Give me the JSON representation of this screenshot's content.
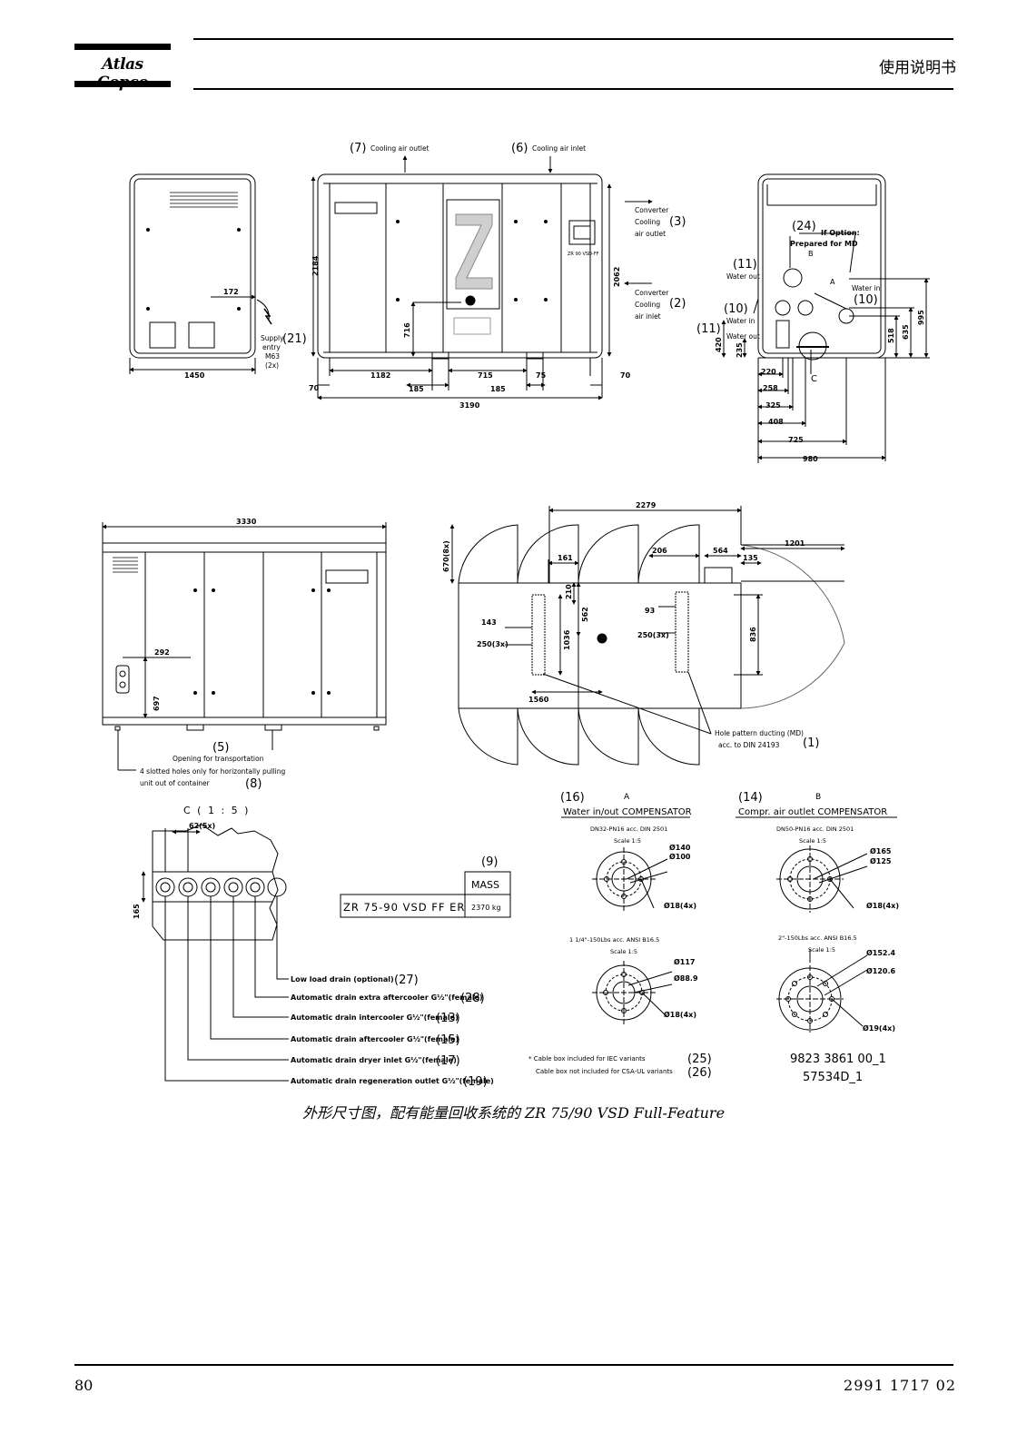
{
  "header": {
    "brand": "Atlas Copco",
    "title": "使用说明书"
  },
  "footer": {
    "page_number": "80",
    "doc_number": "2991 1717 02"
  },
  "caption": "外形尺寸图，配有能量回收系统的 ZR 75/90 VSD Full-Feature",
  "drawing": {
    "top_labels": {
      "l7": "(7)",
      "cooling_outlet": "Cooling air outlet",
      "l6": "(6)",
      "cooling_inlet": "Cooling air inlet",
      "conv_out_1": "Converter",
      "conv_out_2": "Cooling",
      "conv_out_3": "air outlet",
      "l3": "(3)",
      "conv_in_1": "Converter",
      "conv_in_2": "Cooling",
      "conv_in_3": "air inlet",
      "l2": "(2)",
      "supply_1": "Supply",
      "supply_2": "entry",
      "supply_3": "M63",
      "supply_4": "(2x)",
      "l21": "(21)",
      "l24": "(24)",
      "if_option": "If Option:",
      "prepared_md": "Prepared for MD",
      "l11a": "(11)",
      "water_out_a": "Water out",
      "l10a": "(10)",
      "water_in_a": "Water in",
      "l11b": "(11)",
      "water_out_b": "Water out",
      "water_in_r": "Water in",
      "l10b": "(10)",
      "mark_a": "A",
      "mark_b": "B",
      "mark_c": "C",
      "nameplate": "ZR 90 VSD-FF"
    },
    "dims_top": {
      "d172": "172",
      "d1450": "1450",
      "d2184": "2184",
      "d2062": "2062",
      "d716": "716",
      "d70a": "70",
      "d1182": "1182",
      "d715": "715",
      "d75": "75",
      "d70b": "70",
      "d185a": "185",
      "d185b": "185",
      "d3190": "3190",
      "d420": "420",
      "d235": "235",
      "d220": "220",
      "d258": "258",
      "d325": "325",
      "d408": "408",
      "d725": "725",
      "d980": "980",
      "d518": "518",
      "d635": "635",
      "d995": "995"
    },
    "mid": {
      "d3330": "3330",
      "d292": "292",
      "d697": "697",
      "l5": "(5)",
      "opening": "Opening for transportation",
      "slotted_1": "4 slotted holes only for horizontally pulling",
      "slotted_2": "unit out of container",
      "l8": "(8)",
      "d2279": "2279",
      "d670": "670(8x)",
      "d1201": "1201",
      "d161": "161",
      "d206": "206",
      "d564": "564",
      "d135": "135",
      "d210": "210",
      "d562": "562",
      "d93": "93",
      "d143": "143",
      "d250a": "250(3x)",
      "d250b": "250(3x)",
      "d1036": "1036",
      "d1560": "1560",
      "d836": "836",
      "hole_1": "Hole pattern ducting (MD)",
      "hole_2": "acc. to DIN 24193",
      "l1": "(1)"
    },
    "detail_c": {
      "title": "C ( 1 : 5 )",
      "d62": "62(5x)",
      "d165": "165",
      "drains": [
        {
          "text": "Low load drain (optional)",
          "ref": "(27)"
        },
        {
          "text": "Automatic drain extra aftercooler G½\"(female)",
          "ref": "(28)"
        },
        {
          "text": "Automatic drain intercooler G½\"(female)",
          "ref": "(13)"
        },
        {
          "text": "Automatic drain aftercooler G½\"(female)",
          "ref": "(15)"
        },
        {
          "text": "Automatic drain dryer inlet G½\"(female)",
          "ref": "(17)"
        },
        {
          "text": "Automatic drain regeneration outlet G½\"(female)",
          "ref": "(19)"
        }
      ]
    },
    "mass": {
      "ref": "(9)",
      "header": "MASS",
      "model": "ZR 75-90 VSD FF ER",
      "value": "2370 kg"
    },
    "comp_a": {
      "ref": "(16)",
      "letter": "A",
      "title": "Water in/out COMPENSATOR",
      "std1": "DN32-PN16 acc. DIN 2501",
      "scale1": "Scale 1:5",
      "d140": "Ø140",
      "d100": "Ø100",
      "d18a": "Ø18(4x)",
      "std2": "1 1/4\"-150Lbs acc. ANSI B16.5",
      "scale2": "Scale 1:5",
      "d117": "Ø117",
      "d889": "Ø88.9",
      "d18b": "Ø18(4x)"
    },
    "comp_b": {
      "ref": "(14)",
      "letter": "B",
      "title": "Compr. air outlet COMPENSATOR",
      "std1": "DN50-PN16 acc. DIN 2501",
      "scale1": "Scale 1:5",
      "d165": "Ø165",
      "d125": "Ø125",
      "d18": "Ø18(4x)",
      "std2": "2\"-150Lbs acc. ANSI B16.5",
      "scale2": "Scale 1:5",
      "d1524": "Ø152.4",
      "d1206": "Ø120.6",
      "d19": "Ø19(4x)"
    },
    "notes": {
      "iec": "* Cable box included for IEC variants",
      "r25": "(25)",
      "csa": "Cable box not included for CSA-UL variants",
      "r26": "(26)",
      "dwg1": "9823 3861 00_1",
      "dwg2": "57534D_1"
    }
  }
}
